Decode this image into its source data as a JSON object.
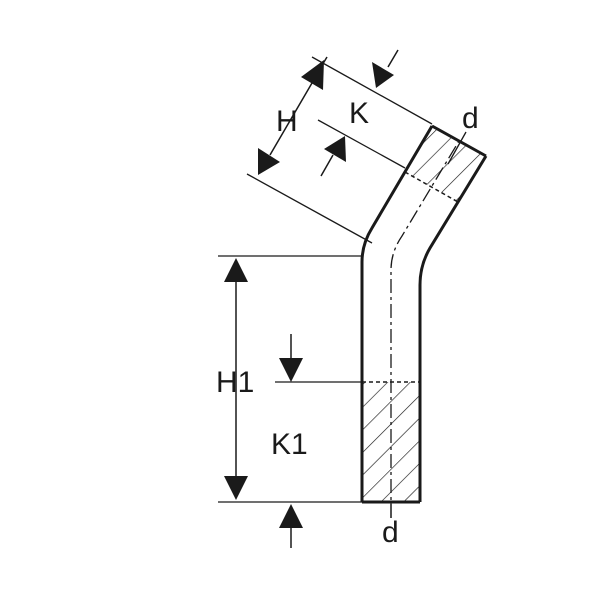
{
  "labels": {
    "h": "H",
    "k": "K",
    "d_top": "d",
    "h1": "H1",
    "k1": "K1",
    "d_bottom": "d"
  },
  "colors": {
    "stroke": "#1a1a1a",
    "background": "#ffffff"
  }
}
